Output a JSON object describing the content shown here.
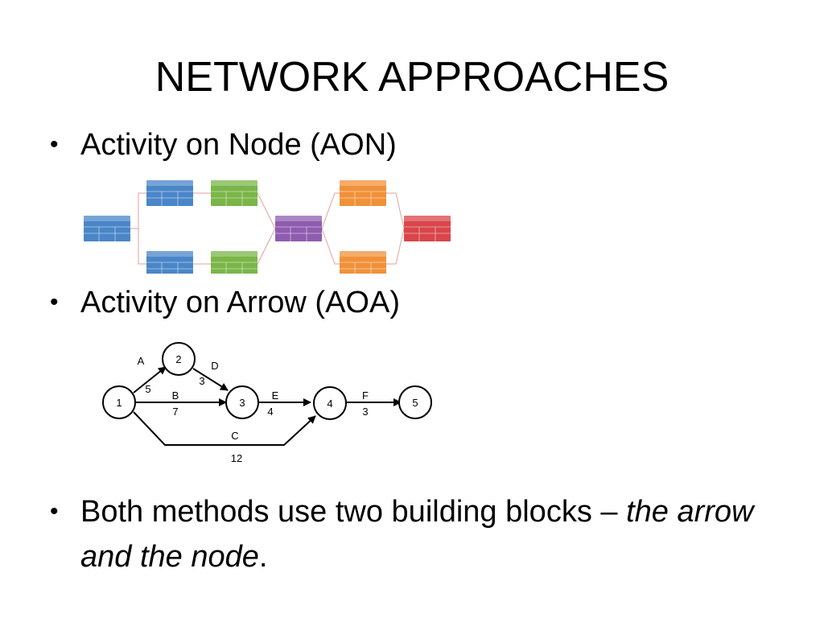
{
  "slide": {
    "title": "NETWORK APPROACHES"
  },
  "bullets": [
    {
      "text": "Activity on Node (AON)"
    },
    {
      "text": "Activity on Arrow (AOA)"
    },
    {
      "text_plain": "Both methods use two building blocks – ",
      "text_italic": "the arrow and the node",
      "text_end": "."
    }
  ],
  "aon_diagram": {
    "colors": {
      "blue": "#4a86c8",
      "green": "#7ab648",
      "purple": "#8e5cb0",
      "orange": "#f0913a",
      "red": "#d9454a"
    }
  },
  "aoa_diagram": {
    "nodes": [
      "1",
      "2",
      "3",
      "4",
      "5"
    ],
    "activities": [
      {
        "name": "A",
        "duration": "5"
      },
      {
        "name": "D",
        "duration": "3"
      },
      {
        "name": "B",
        "duration": "7"
      },
      {
        "name": "E",
        "duration": "4"
      },
      {
        "name": "F",
        "duration": "3"
      },
      {
        "name": "C",
        "duration": "12"
      }
    ]
  }
}
